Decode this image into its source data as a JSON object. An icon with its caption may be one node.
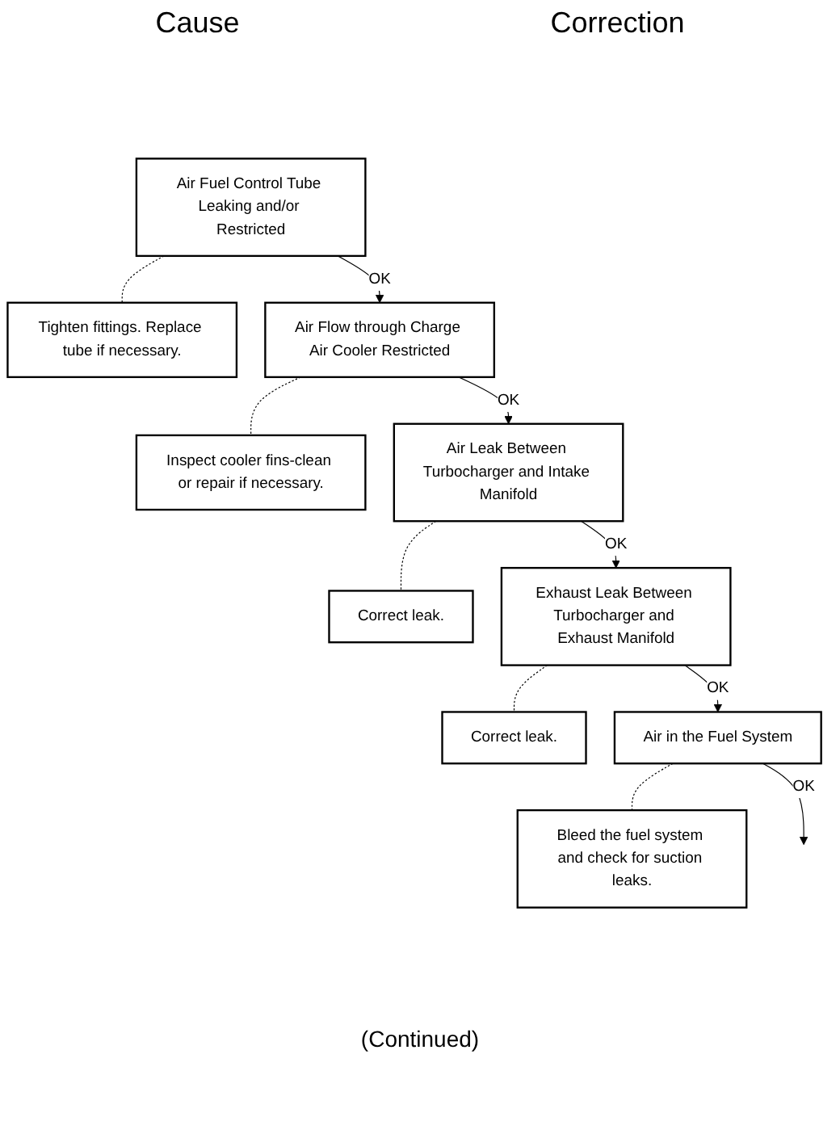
{
  "diagram": {
    "nodes": [
      {
        "text": [
          "Air Fuel Control Tube Leaking and/or Restricted"
        ]
      },
      {
        "text": [
          "Tighten fittings. Replace tube if necessary."
        ]
      },
      {
        "text": [
          "Air Flow through Charge Air Cooler Restricted"
        ]
      },
      {
        "text": [
          "Inspect cooler fins-clean or repair if necessary."
        ]
      },
      {
        "text": [
          "Air Leak Between Turbocharger and Intake Manifold"
        ]
      },
      {
        "text": [
          "Correct leak."
        ]
      },
      {
        "text": [
          "Exhaust Leak Between Turbocharger and Exhaust Manifold"
        ]
      },
      {
        "text": [
          "Correct leak."
        ]
      },
      {
        "text": [
          "Air in the Fuel System"
        ]
      },
      {
        "text": [
          "Bleed the fuel system and check for suction leaks."
        ]
      }
    ],
    "edges": [
      {
        "from": 0,
        "to": 1,
        "arrow": "none",
        "style": "dashed"
      },
      {
        "from": 0,
        "to": 2,
        "arrow": "to",
        "label": "OK"
      },
      {
        "from": 2,
        "to": 3,
        "arrow": "none",
        "style": "dashed"
      },
      {
        "from": 2,
        "to": 4,
        "arrow": "to",
        "label": "OK"
      },
      {
        "from": 4,
        "to": 5,
        "arrow": "none",
        "style": "dashed"
      },
      {
        "from": 4,
        "to": 6,
        "arrow": "to",
        "label": "OK"
      },
      {
        "from": 6,
        "to": 7,
        "arrow": "none",
        "style": "dashed"
      },
      {
        "from": 6,
        "to": 8,
        "arrow": "to",
        "label": "OK"
      },
      {
        "from": 8,
        "to": 9,
        "arrow": "none",
        "style": "dashed"
      },
      {
        "from": 8,
        "to": null,
        "arrow": "to",
        "label": "OK"
      }
    ],
    "labels": [
      "Cause",
      "Correction",
      "(Continued)"
    ]
  }
}
